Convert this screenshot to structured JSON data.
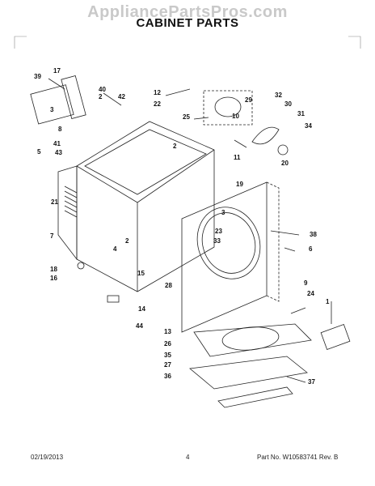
{
  "watermark": "AppliancePartsPros.com",
  "title": "CABINET PARTS",
  "footer": {
    "date": "02/19/2013",
    "page": "4",
    "part_no": "Part No. W10583741  Rev. B"
  },
  "callouts": [
    "39",
    "17",
    "3",
    "8",
    "5",
    "41",
    "43",
    "40",
    "2",
    "42",
    "12",
    "22",
    "25",
    "10",
    "29",
    "32",
    "30",
    "31",
    "34",
    "2",
    "11",
    "20",
    "19",
    "21",
    "3",
    "23",
    "33",
    "38",
    "6",
    "7",
    "18",
    "16",
    "4",
    "2",
    "15",
    "28",
    "14",
    "9",
    "24",
    "1",
    "44",
    "13",
    "26",
    "35",
    "27",
    "36",
    "37"
  ]
}
